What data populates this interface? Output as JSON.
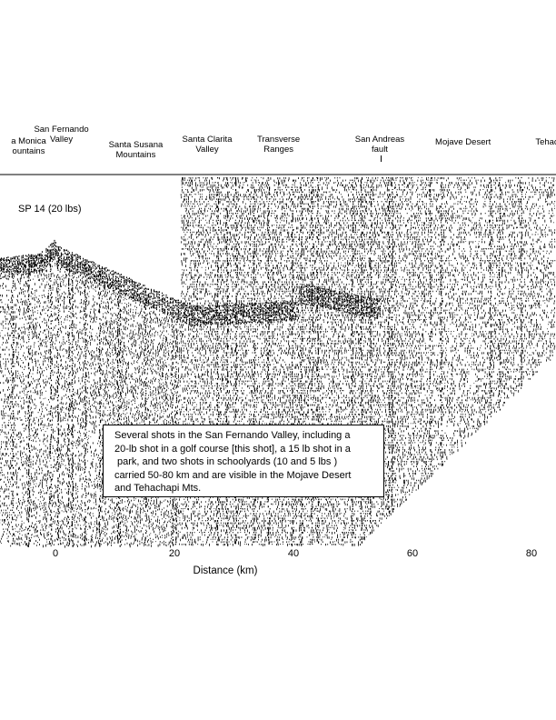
{
  "chart_data": {
    "type": "seismic-record-section",
    "xlabel": "Distance (km)",
    "xlim": [
      -9,
      84
    ],
    "x_ticks": [
      0,
      20,
      40,
      60,
      80
    ],
    "shot_point_label": "SP 14 (20 lbs)",
    "shot_point_x": 0,
    "regions": [
      {
        "label": "Santa Monica\nMountains",
        "x": -4.5,
        "shown_text": "a Monica\nountains"
      },
      {
        "label": "San Fernando\nValley",
        "x": 1
      },
      {
        "label": "Santa Susana\nMountains",
        "x": 13.5
      },
      {
        "label": "Santa Clarita\nValley",
        "x": 25.5
      },
      {
        "label": "Transverse\nRanges",
        "x": 37.5
      },
      {
        "label": "San Andreas\nfault",
        "x": 54.5
      },
      {
        "label": "Mojave Desert",
        "x": 68.5
      },
      {
        "label": "Tehachapi",
        "x": 83,
        "shown_text": "Tehach"
      }
    ],
    "annotation": [
      "Several shots in the San Fernando Valley, including a",
      "20-lb shot in a golf course [this shot], a 15 lb shot in a",
      "park, and two shots in schoolyards (10 and 5 lbs )",
      "carried 50-80 km and are visible in the Mojave Desert",
      "and Tehachapi Mts."
    ]
  }
}
